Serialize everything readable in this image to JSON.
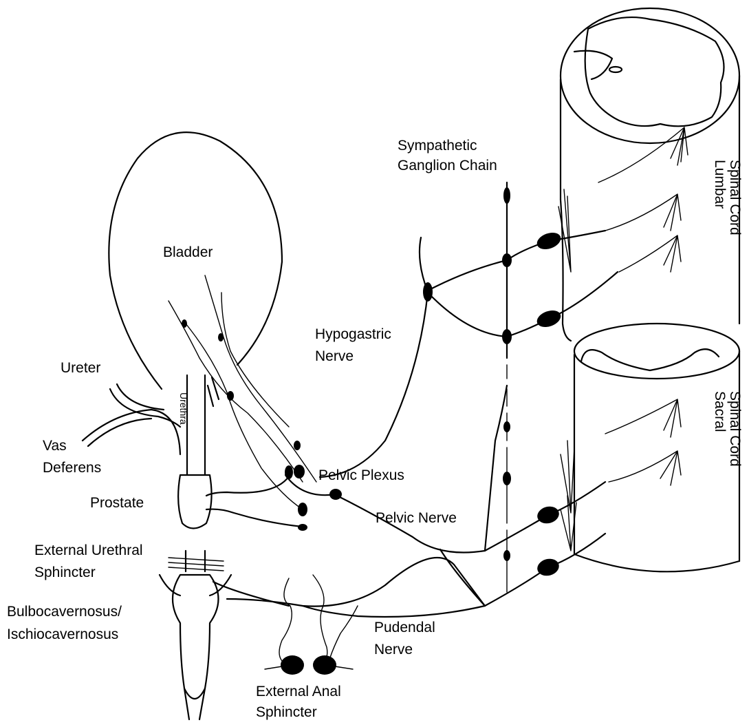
{
  "labels": {
    "sympathetic_1": "Sympathetic",
    "sympathetic_2": "Ganglion Chain",
    "lumbar_1": "Lumbar",
    "lumbar_2": "Spinal Cord",
    "sacral_1": "Sacral",
    "sacral_2": "Spinal Cord",
    "bladder": "Bladder",
    "hypogastric_1": "Hypogastric",
    "hypogastric_2": "Nerve",
    "ureter": "Ureter",
    "urethra": "Urethra",
    "vas_1": "Vas",
    "vas_2": "Deferens",
    "pelvic_plexus": "Pelvic Plexus",
    "prostate": "Prostate",
    "pelvic_nerve": "Pelvic Nerve",
    "ext_urethral_1": "External Urethral",
    "ext_urethral_2": "Sphincter",
    "bulbo_1": "Bulbocavernosus/",
    "bulbo_2": "Ischiocavernosus",
    "pudendal_1": "Pudendal",
    "pudendal_2": "Nerve",
    "anal_1": "External Anal",
    "anal_2": "Sphincter"
  }
}
